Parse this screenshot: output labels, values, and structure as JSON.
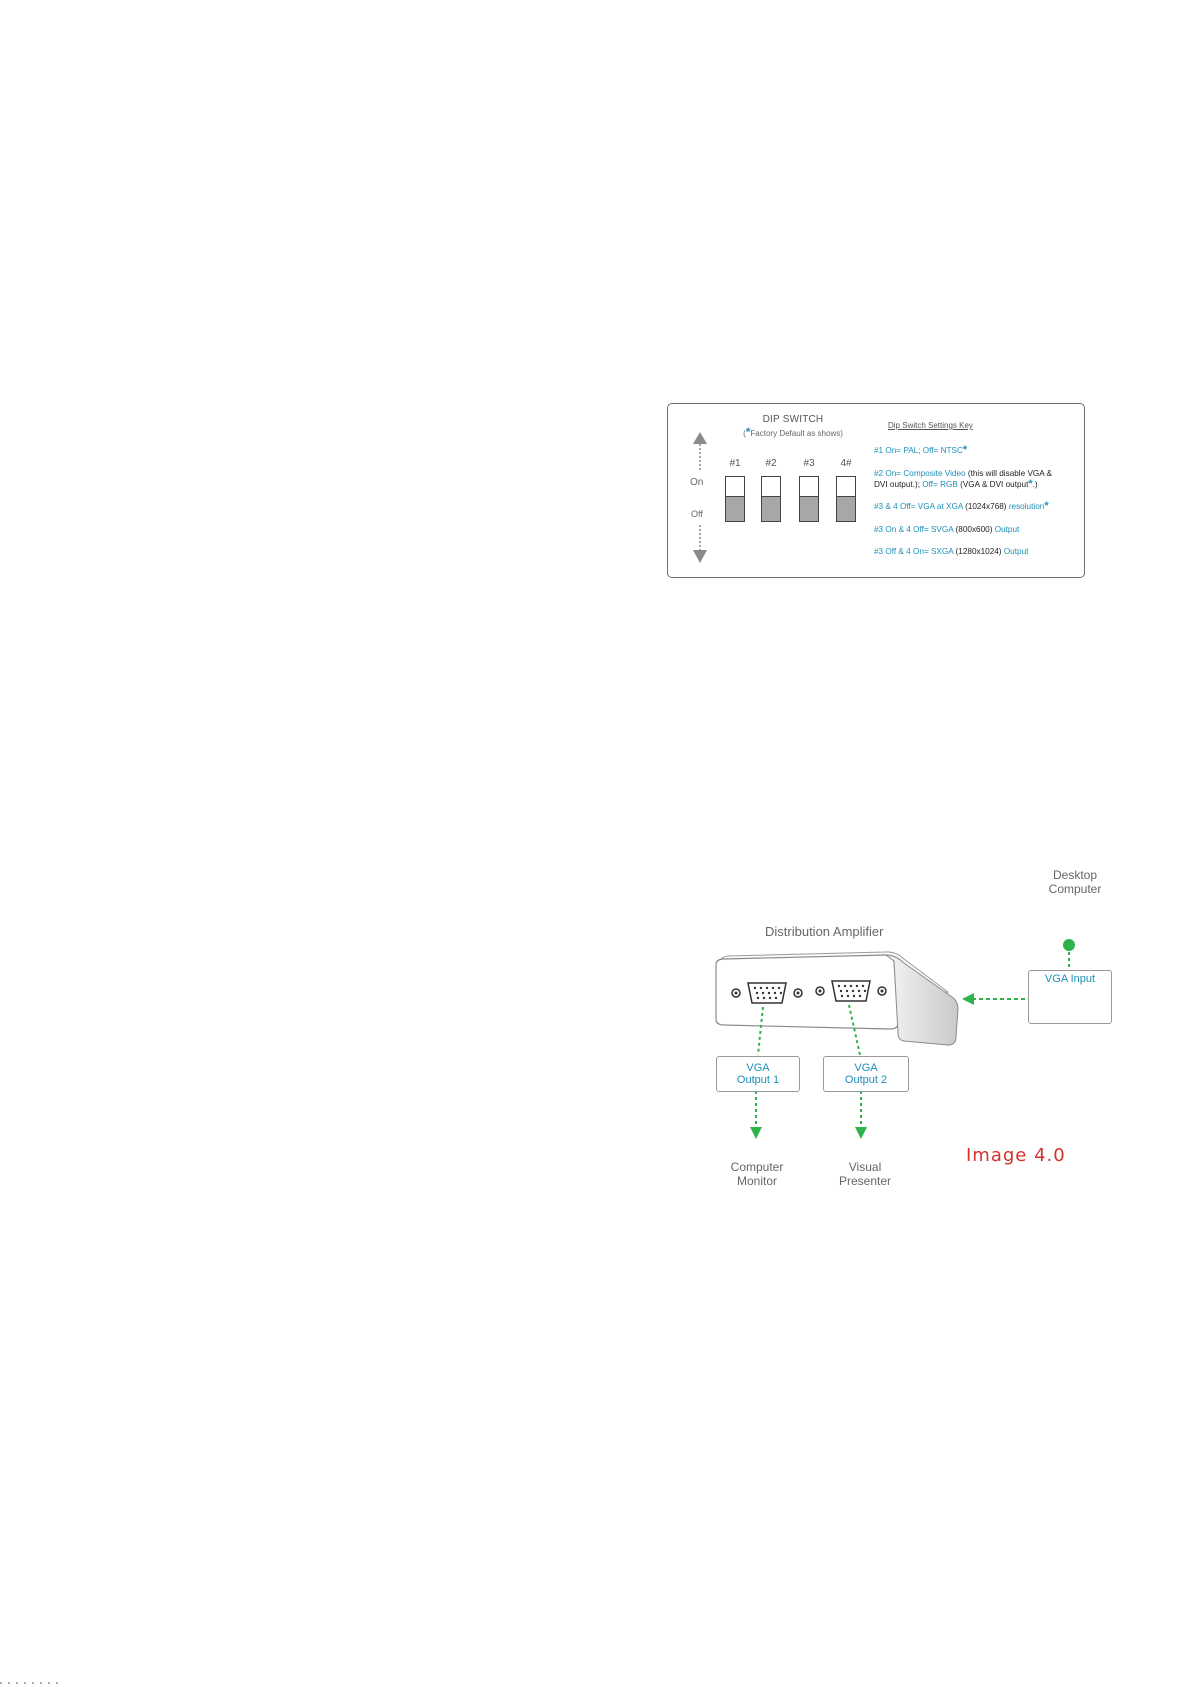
{
  "dip_switch": {
    "title": "DIP SWITCH",
    "subtitle_star": "*",
    "subtitle": "Factory Default as shows)",
    "subtitle_open": "(",
    "label_on": "On",
    "label_off": "Off",
    "switch_numbers": [
      "#1",
      "#2",
      "#3",
      "4#"
    ],
    "key_title": "Dip Switch Settings Key",
    "key": {
      "line1_a": "#1 On= PAL; Off= NTSC",
      "star": "*",
      "line2_a": "#2 On= Composite Video",
      "line2_b": " (this will disable VGA &",
      "line2_c": "DVI output.); ",
      "line2_d": "Off= RGB",
      "line2_e": " (VGA & DVI output",
      "line2_f": ".)",
      "line3_a": "#3 & 4 Off= VGA at XGA",
      "line3_b": " (1024x768) ",
      "line3_c": "resolution",
      "line4_a": "#3 On & 4 Off= SVGA",
      "line4_b": " (800x600) ",
      "line4_c": "Output",
      "line5_a": "#3 Off & 4 On= SXGA",
      "line5_b": " (1280x1024) ",
      "line5_c": "Output"
    }
  },
  "diagram": {
    "desktop_computer_line1": "Desktop",
    "desktop_computer_line2": "Computer",
    "amplifier_title": "Distribution Amplifier",
    "vga_input": "VGA Input",
    "output1_line1": "VGA",
    "output1_line2": "Output 1",
    "output2_line1": "VGA",
    "output2_line2": "Output 2",
    "monitor_line1": "Computer",
    "monitor_line2": "Monitor",
    "presenter_line1": "Visual",
    "presenter_line2": "Presenter",
    "image_label": "Image 4.0",
    "colors": {
      "accent": "#1d8fb8",
      "arrow": "#2fb24a",
      "label": "#d2322d"
    }
  }
}
